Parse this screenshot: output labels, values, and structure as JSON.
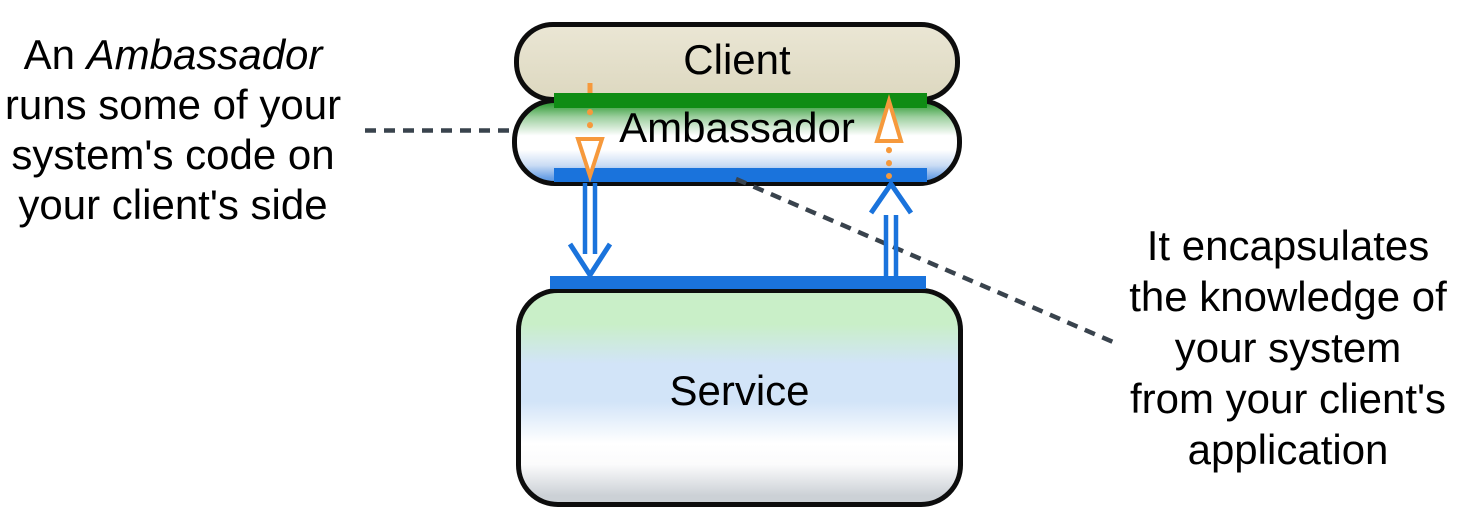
{
  "left_note": {
    "line1_prefix": "An ",
    "line1_italic": "Ambassador",
    "line2": "runs some of your",
    "line3": "system's code on",
    "line4": "your client's side"
  },
  "right_note": {
    "lines": [
      "It encapsulates",
      "the knowledge of",
      "your system",
      "from your client's",
      "application"
    ]
  },
  "boxes": {
    "client": {
      "label": "Client"
    },
    "ambassador": {
      "label": "Ambassador"
    },
    "service": {
      "label": "Service"
    }
  },
  "colors": {
    "green_bar": "#0f8c14",
    "blue": "#1a73dc",
    "orange": "#f6993c",
    "dash_line": "#39434d",
    "box_border": "#0d0d0d",
    "text": "#000000",
    "client_top": "#eae6d4",
    "client_bottom": "#ddd8c0",
    "amb_green": "#2f9a34",
    "amb_blue": "#6ba1e6",
    "svc_green": "#c9efc8",
    "svc_blue": "#d2e4f8",
    "svc_gray": "#ccd1d6"
  }
}
